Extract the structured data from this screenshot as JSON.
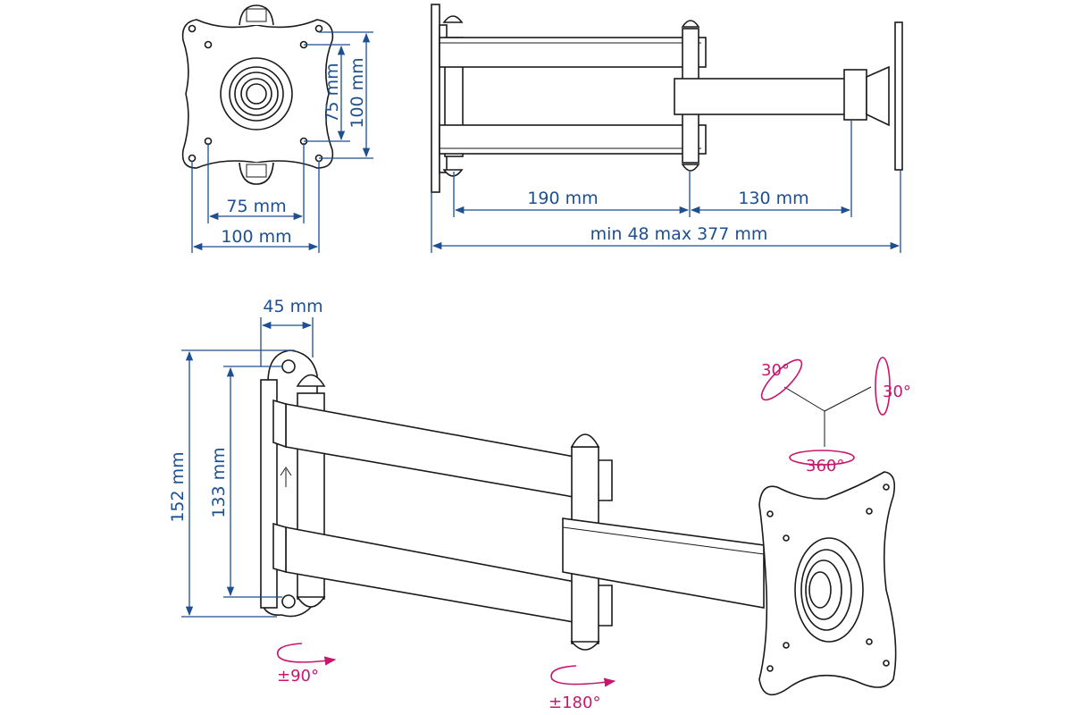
{
  "colors": {
    "dimension": "#1d4f91",
    "rotation": "#c8166f",
    "line": "#1a1a1a"
  },
  "front_view": {
    "vesa_small_h": "75 mm",
    "vesa_large_h": "100 mm",
    "vesa_small_v": "75 mm",
    "vesa_large_v": "100 mm"
  },
  "top_view": {
    "arm1": "190 mm",
    "arm2": "130 mm",
    "extension": "min 48 max 377 mm"
  },
  "perspective_view": {
    "wall_offset": "45 mm",
    "wall_plate_height": "152 mm",
    "hole_spacing": "133 mm",
    "tilt_up": "30°",
    "tilt_side": "30°",
    "swivel": "360°",
    "wall_rotation": "±90°",
    "arm_rotation": "±180°"
  }
}
